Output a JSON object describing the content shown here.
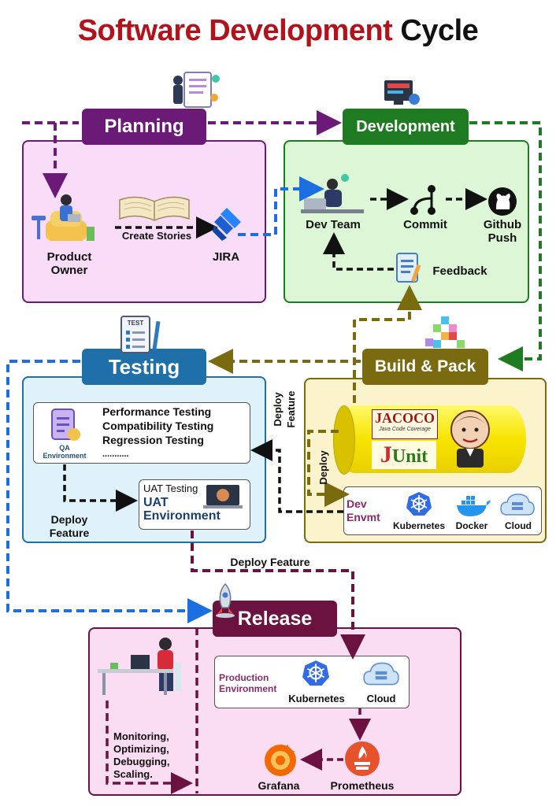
{
  "title": {
    "part1": "Software Development",
    "part2": "Cycle"
  },
  "planning": {
    "header": "Planning",
    "product_owner": "Product\nOwner",
    "create_stories": "Create Stories",
    "jira": "JIRA"
  },
  "development": {
    "header": "Development",
    "dev_team": "Dev Team",
    "commit": "Commit",
    "github_push": "Github\nPush",
    "feedback": "Feedback"
  },
  "build": {
    "header": "Build & Pack",
    "jacoco": "JACOCO",
    "jacoco_sub": "Java Code Coverage",
    "junit_j": "J",
    "junit_rest": "Unit",
    "deploy": "Deploy",
    "deploy_feature": "Deploy\nFeature",
    "dev_envmt": "Dev\nEnvmt",
    "kubernetes": "Kubernetes",
    "docker": "Docker",
    "cloud": "Cloud"
  },
  "testing": {
    "header": "Testing",
    "qa_env": "QA\nEnvironment",
    "types": [
      "Performance Testing",
      "Compatibility Testing",
      "Regression Testing",
      "..........."
    ],
    "deploy_feature": "Deploy\nFeature",
    "uat_testing": "UAT Testing",
    "uat_env": "UAT\nEnvironment"
  },
  "release": {
    "header": "Release",
    "deploy_feature": "Deploy Feature",
    "production_env": "Production\nEnvironment",
    "kubernetes": "Kubernetes",
    "cloud": "Cloud",
    "monitoring": "Monitoring,\nOptimizing,\nDebugging,\nScaling.",
    "grafana": "Grafana",
    "prometheus": "Prometheus"
  },
  "colors": {
    "planning": "#6b1a78",
    "planning_bg": "#f9dcf7",
    "development": "#1e7b22",
    "development_bg": "#ddf6d6",
    "testing": "#1f6fa8",
    "testing_bg": "#dff2fa",
    "build": "#7a6a10",
    "build_bg": "#fbf3cc",
    "release": "#6b1240",
    "release_bg": "#fadcf3"
  }
}
